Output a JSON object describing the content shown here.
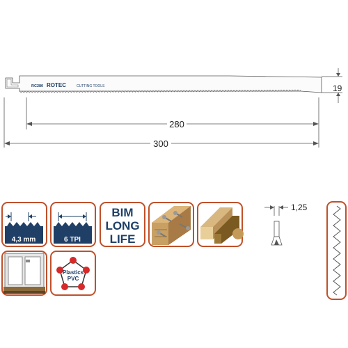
{
  "blade": {
    "model": "RC280",
    "brand": "ROTEC",
    "brand_suffix": "CUTTING TOOLS",
    "width_label": "19",
    "cut_length_label": "280",
    "total_length_label": "300"
  },
  "icons": {
    "tooth_pitch": "4,3 mm",
    "tpi": "6 TPI",
    "material": [
      "BIM",
      "LONG",
      "LIFE"
    ],
    "plastics": [
      "Plastics",
      "PVC"
    ]
  },
  "side": {
    "thickness_label": "1,25"
  },
  "colors": {
    "accent": "#c0502a",
    "navy": "#1f3f66",
    "blade_line": "#555555"
  }
}
